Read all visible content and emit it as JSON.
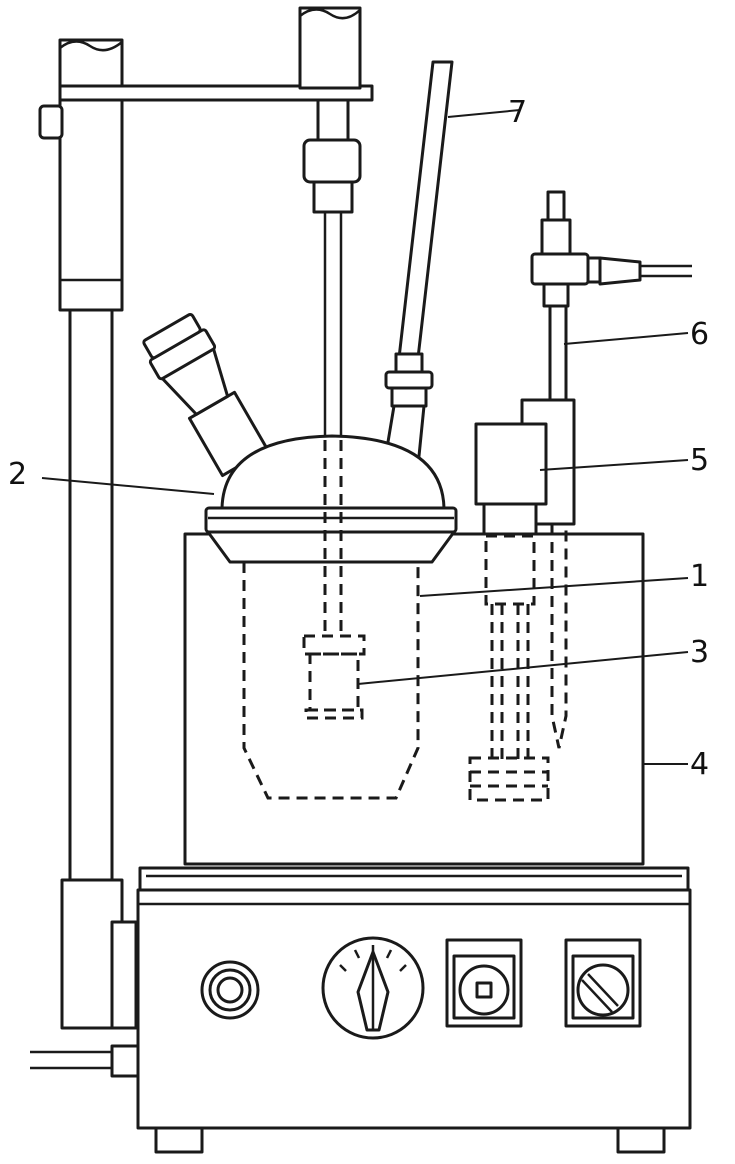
{
  "labels": {
    "l1": "1",
    "l2": "2",
    "l3": "3",
    "l4": "4",
    "l5": "5",
    "l6": "6",
    "l7": "7"
  },
  "icons": {
    "meter": "dial-gauge-icon",
    "switch_button": "power-switch-icon",
    "knob": "rotary-knob-icon",
    "socket": "round-socket-icon"
  }
}
